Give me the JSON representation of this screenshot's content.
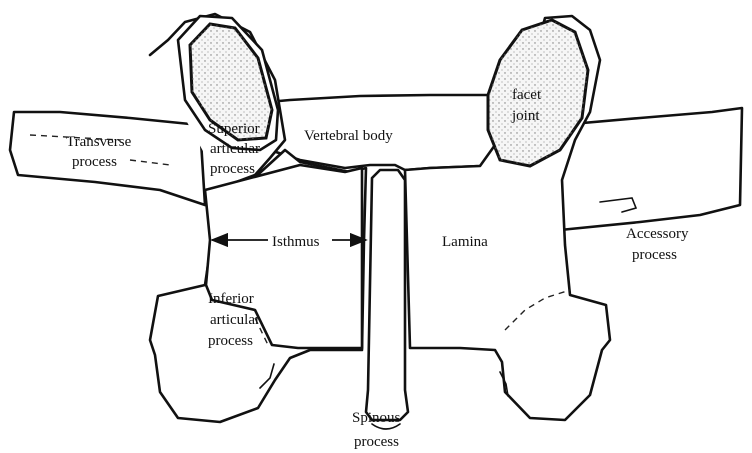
{
  "labels": {
    "transverse_process": [
      "Transverse",
      "process"
    ],
    "superior_articular_process": [
      "Superior",
      "articular",
      "process"
    ],
    "vertebral_body": "Vertebral body",
    "facet_joint": [
      "facet",
      "joint"
    ],
    "isthmus": "Isthmus",
    "lamina": "Lamina",
    "accessory_process": [
      "Accessory",
      "process"
    ],
    "inferior_articular_process": [
      "Inferior",
      "articular",
      "process"
    ],
    "spinous_process": [
      "Spinous",
      "process"
    ]
  }
}
